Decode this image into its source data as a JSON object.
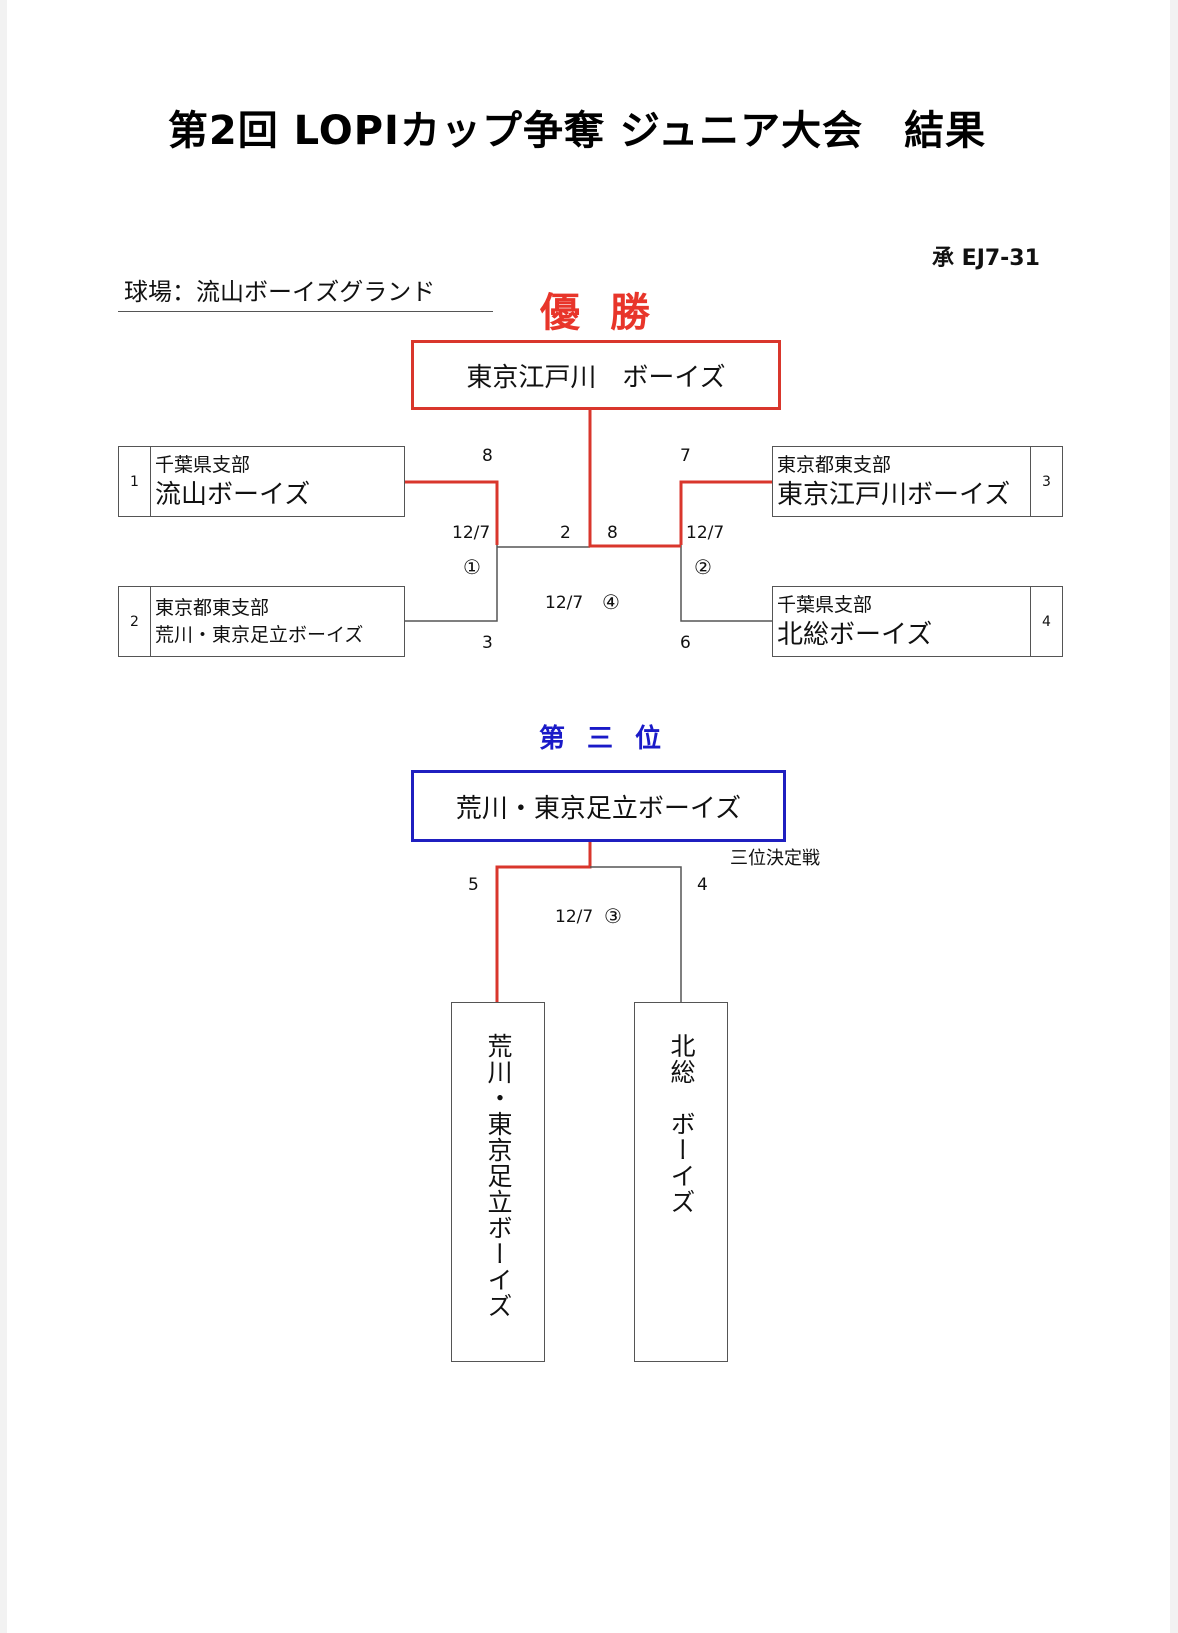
{
  "document": {
    "title": "第2回 LOPIカップ争奪 ジュニア大会　結果",
    "reference": "承 EJ7-31",
    "venue": "球場：流山ボーイズグランド"
  },
  "colors": {
    "champion": "#e8352a",
    "third_place": "#1a1ac8",
    "winner_line": "#d9362c",
    "line": "#555555"
  },
  "champion": {
    "label": "優勝",
    "team": "東京江戸川　ボーイズ"
  },
  "third_place": {
    "label": "第三位",
    "team": "荒川・東京足立ボーイズ",
    "match_label": "三位決定戦"
  },
  "teams": [
    {
      "seed": "1",
      "branch": "千葉県支部",
      "name": "流山ボーイズ"
    },
    {
      "seed": "2",
      "branch": "東京都東支部",
      "name": "荒川・東京足立ボーイズ"
    },
    {
      "seed": "3",
      "branch": "東京都東支部",
      "name": "東京江戸川ボーイズ"
    },
    {
      "seed": "4",
      "branch": "千葉県支部",
      "name": "北総ボーイズ"
    }
  ],
  "matches": [
    {
      "id": "①",
      "date": "12/7",
      "top_score": "8",
      "bottom_score": "3"
    },
    {
      "id": "②",
      "date": "12/7",
      "top_score": "7",
      "bottom_score": "6"
    },
    {
      "id": "④",
      "date": "12/7",
      "left_score": "2",
      "right_score": "8"
    },
    {
      "id": "③",
      "date": "12/7",
      "left_score": "5",
      "right_score": "4"
    }
  ],
  "third_place_bracket": {
    "left_team_vertical": "荒川・東京足立ボーイズ",
    "right_team_vertical": "北総　ボーイズ"
  }
}
